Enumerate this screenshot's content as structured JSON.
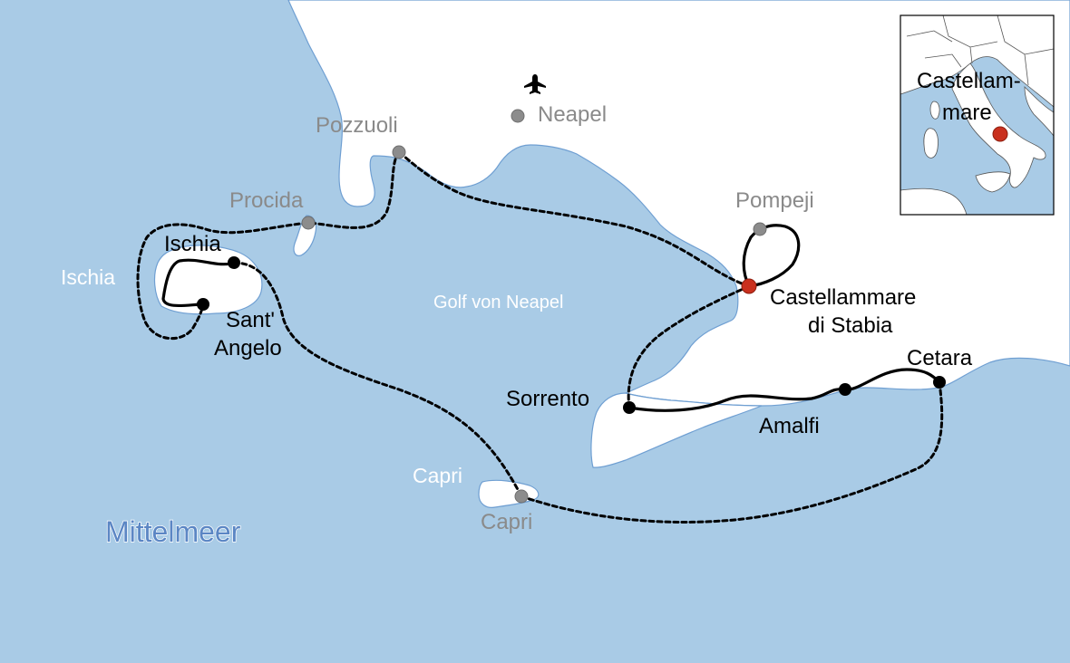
{
  "map": {
    "colors": {
      "sea": "#a9cbe6",
      "land": "#ffffff",
      "coast": "#6f9fd2",
      "route": "#000000",
      "stop_black": "#000000",
      "stop_grey": "#8c8c8c",
      "highlight": "#c9301e"
    },
    "labels": {
      "neapel": "Neapel",
      "pozzuoli": "Pozzuoli",
      "procida": "Procida",
      "ischia_island": "Ischia",
      "ischia_town": "Ischia",
      "sant_angelo_1": "Sant'",
      "sant_angelo_2": "Angelo",
      "golf": "Golf von Neapel",
      "pompeji": "Pompeji",
      "castellammare_1": "Castellammare",
      "castellammare_2": "di Stabia",
      "sorrento": "Sorrento",
      "amalfi": "Amalfi",
      "cetara": "Cetara",
      "capri_island": "Capri",
      "capri_town": "Capri",
      "mittelmeer": "Mittelmeer"
    },
    "inset": {
      "label_1": "Castellam-",
      "label_2": "mare"
    },
    "icons": [
      "airplane-icon"
    ]
  }
}
